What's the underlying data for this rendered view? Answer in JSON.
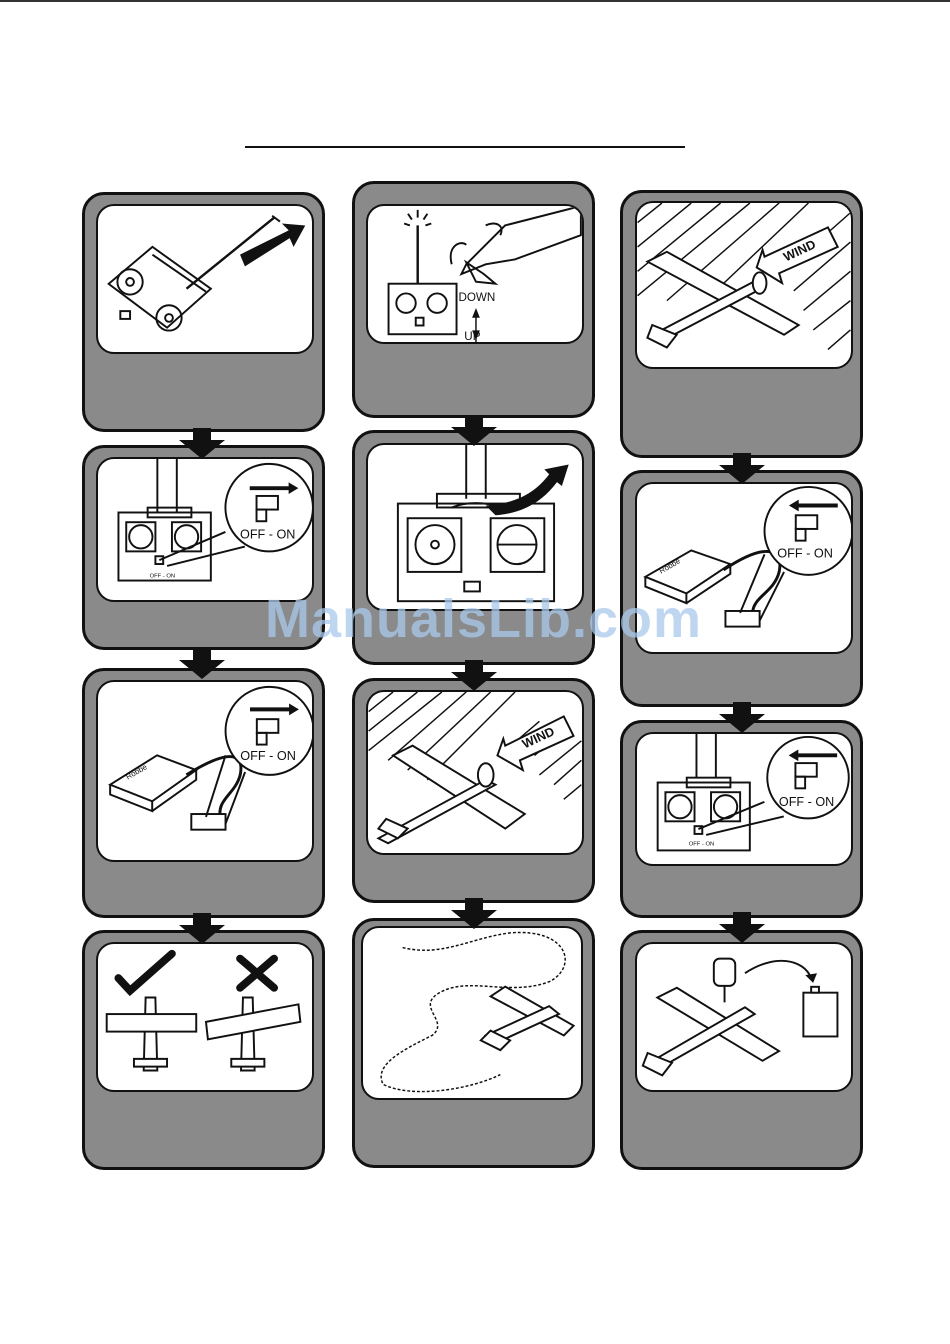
{
  "labels": {
    "down": "DOWN",
    "up": "UP",
    "switch": "OFF - ON",
    "switch_small": "OFF - ON",
    "wind": "WIND",
    "receiver_brand": "Robbe"
  },
  "watermark": "ManualsLib.com"
}
